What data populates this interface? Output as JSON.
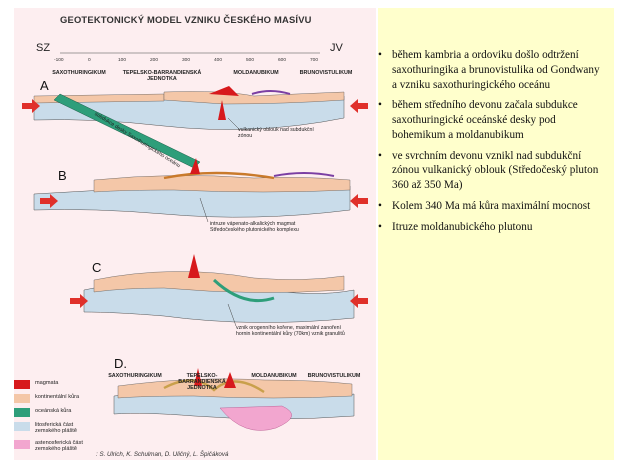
{
  "figure": {
    "title": "GEOTEKTONICKÝ MODEL VZNIKU ČESKÉHO MASÍVU",
    "dir_left": "SZ",
    "dir_right": "JV",
    "ticks": [
      "-100",
      "0",
      "100",
      "200",
      "300",
      "400",
      "500",
      "600",
      "700"
    ],
    "regions_top": [
      "SAXOTHURINGIKUM",
      "TEPELSKO-BARRANDIENSKÁ JEDNOTKA",
      "MOLDANUBIKUM",
      "BRUNOVISTULIKUM"
    ],
    "regions_d": [
      "SAXOTHURINGIKUM",
      "TEPELSKO-BARRANDIENSKÁ JEDNOTKA",
      "MOLDANUBIKUM",
      "BRUNOVISTULIKUM"
    ],
    "sections": [
      "A",
      "B",
      "C",
      "D."
    ],
    "annotations": {
      "subduction": "subdukce desky Saxothuringického oceánu",
      "arc": "vulkanický oblouk nad subdukční zónou",
      "intrusion": "intruze vápenato-alkalických magmat Středočeského plutonického komplexu",
      "root": "vznik orogenního kořene, maximální zanoření hornin kontinentální kůry (70km) vznik granulitů"
    },
    "legend": [
      {
        "label": "magmata",
        "color": "#d7191c"
      },
      {
        "label": "kontinentální kůra",
        "color": "#f4c7a8"
      },
      {
        "label": "oceánská kůra",
        "color": "#2e9e7a"
      },
      {
        "label": "litosferická část zemského pláště",
        "color": "#c9dcea"
      },
      {
        "label": "astenosferická část zemského pláště",
        "color": "#f2a6cf"
      }
    ],
    "author": ": S. Ulrich, K. Schulman, D. Uličný, L. Špičáková"
  },
  "bullets": [
    "během kambria a ordoviku došlo odtržení saxothuringika a brunovistulika od Gondwany a vzniku saxothuringického oceánu",
    "během středního devonu začala subdukce saxothuringické oceánské desky pod bohemikum a moldanubikum",
    "ve svrchním devonu vznikl nad subdukční zónou vulkanický oblouk (Středočeský pluton 360 až 350 Ma)",
    "Kolem 340 Ma má kůra maximální mocnost",
    "Itruze moldanubického plutonu"
  ],
  "bullet_glyph": "•",
  "colors": {
    "figure_bg": "#fdeef0",
    "notes_bg": "#ffffcc",
    "arrow": "#e0302a"
  }
}
